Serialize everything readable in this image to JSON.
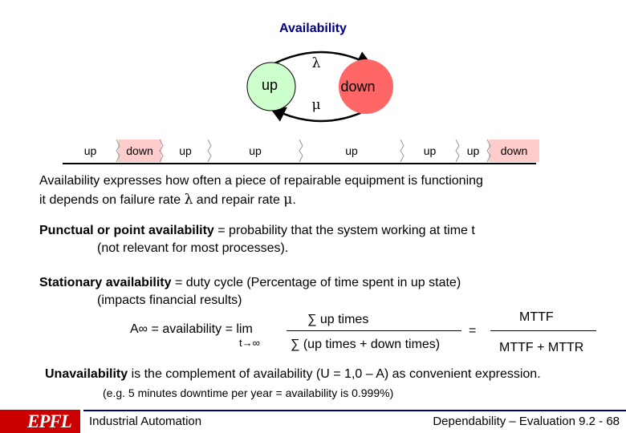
{
  "title": "Availability",
  "state_diagram": {
    "up_label": "up",
    "down_label": "down",
    "lambda": "λ",
    "mu": "μ",
    "colors": {
      "up_fill": "#ccffcc",
      "down_fill": "#ff6666",
      "arc": "#000000"
    }
  },
  "timeline": {
    "segments": [
      {
        "label": "up",
        "state": "up",
        "start": 0.0,
        "end": 0.115
      },
      {
        "label": "down",
        "state": "down",
        "start": 0.115,
        "end": 0.205
      },
      {
        "label": "up",
        "state": "up",
        "start": 0.205,
        "end": 0.305
      },
      {
        "label": "up",
        "state": "up",
        "start": 0.305,
        "end": 0.495
      },
      {
        "label": "up",
        "state": "up",
        "start": 0.495,
        "end": 0.705
      },
      {
        "label": "up",
        "state": "up",
        "start": 0.705,
        "end": 0.82
      },
      {
        "label": "up",
        "state": "up",
        "start": 0.82,
        "end": 0.885
      },
      {
        "label": "down",
        "state": "down",
        "start": 0.885,
        "end": 0.99
      }
    ],
    "colors": {
      "up": "#ffffff",
      "down": "#ffcccc"
    }
  },
  "intro": {
    "line1": "Availability expresses how often a piece of repairable equipment is functioning",
    "line2_a": "it depends on failure rate ",
    "lambda": "λ",
    "line2_b": " and repair rate ",
    "mu": "μ",
    "line2_c": "."
  },
  "punctual": {
    "term": "Punctual or point availability",
    "definition": " = probability that the system working at time t",
    "note": "(not relevant for most processes)."
  },
  "stationary": {
    "term": "Stationary availability",
    "definition": " = duty cycle (Percentage of time spent in up state)",
    "note": "(impacts financial results)"
  },
  "formula": {
    "lhs": "A∞ = availability = ",
    "lim": "lim",
    "lim_sub": "t→∞",
    "numerator": "∑ up times",
    "denominator": "∑ (up times + down times)",
    "equals": "=",
    "numerator2": "MTTF",
    "denominator2": "MTTF + MTTR"
  },
  "unavailability": {
    "term": "Unavailability",
    "text": " is the complement of availability (U = 1,0 – A) as convenient expression.",
    "example": "(e.g. 5 minutes downtime per year = availability is 0.999%)"
  },
  "footer": {
    "course": "Industrial Automation",
    "slide": "Dependability – Evaluation 9.2 - 68",
    "logo": "EPFL",
    "colors": {
      "accent": "#cc0000",
      "rule": "#000080"
    }
  }
}
